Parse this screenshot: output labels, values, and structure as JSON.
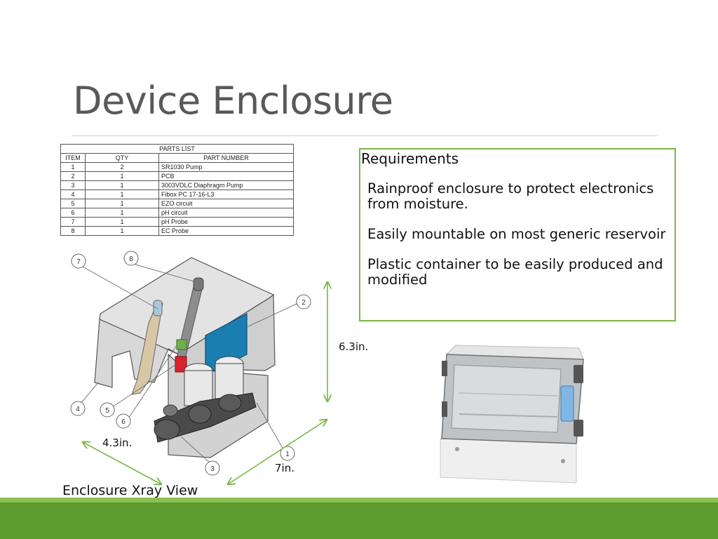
{
  "title": "Device Enclosure",
  "parts_list": {
    "caption": "PARTS LIST",
    "headers": [
      "ITEM",
      "QTY",
      "PART NUMBER"
    ],
    "rows": [
      [
        "1",
        "2",
        "SR1030 Pump"
      ],
      [
        "2",
        "1",
        "PCB"
      ],
      [
        "3",
        "1",
        "3003VDLC Diaphragm Pump"
      ],
      [
        "4",
        "1",
        "Fibox PC 17-16-L3"
      ],
      [
        "5",
        "1",
        "EZO circuit"
      ],
      [
        "6",
        "1",
        "pH circuit"
      ],
      [
        "7",
        "1",
        "pH Probe"
      ],
      [
        "8",
        "1",
        "EC Probe"
      ]
    ]
  },
  "requirements": {
    "heading": "Requirements",
    "items": [
      "Rainproof enclosure to protect electronics from moisture.",
      "Easily mountable on most generic reservoir",
      "Plastic container to be easily produced and modified"
    ]
  },
  "dimensions": {
    "height": "6.3in.",
    "depth": "4.3in.",
    "width": "7in."
  },
  "callouts": [
    "1",
    "2",
    "3",
    "4",
    "5",
    "6",
    "7",
    "8"
  ],
  "xray_caption": "Enclosure Xray View",
  "colors": {
    "accent": "#7ab648",
    "footer_light": "#8cc152",
    "footer_dark": "#5b9b30",
    "pcb_blue": "#1a7fb0",
    "circuit_red": "#d9232b"
  }
}
